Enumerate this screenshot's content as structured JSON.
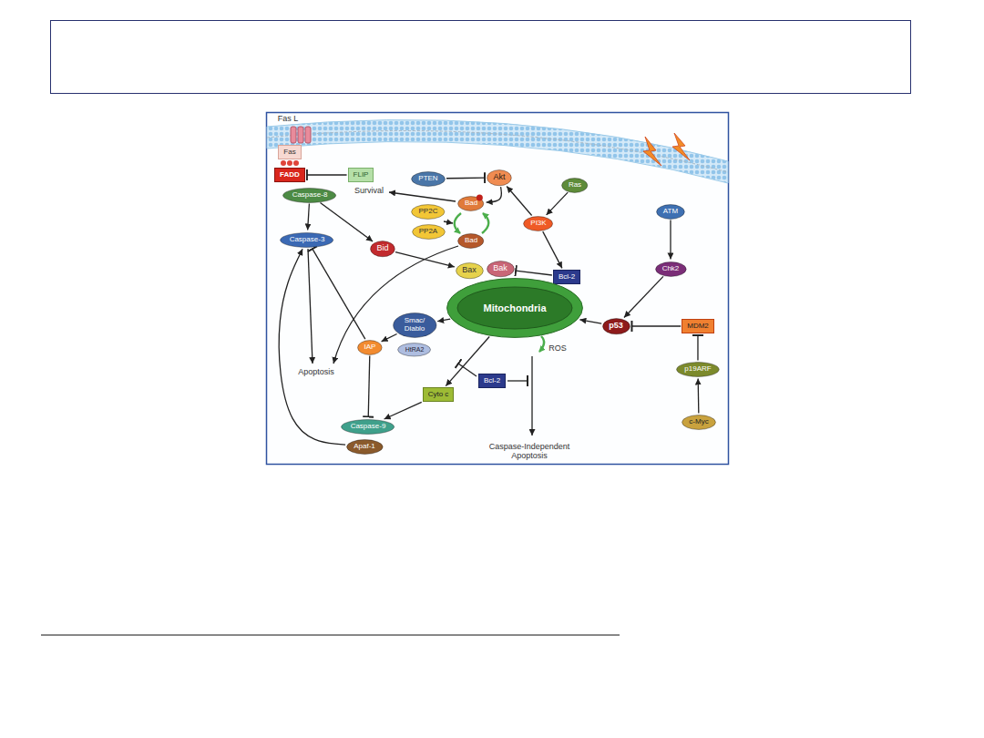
{
  "diagram": {
    "nodes": [
      {
        "text": [
          "Fas"
        ]
      },
      {
        "text": [
          "FADD"
        ]
      },
      {
        "text": [
          "FLIP"
        ]
      },
      {
        "text": [
          "Caspase-8"
        ]
      },
      {
        "text": [
          "PTEN"
        ]
      },
      {
        "text": [
          "Akt"
        ]
      },
      {
        "text": [
          "Bad"
        ]
      },
      {
        "text": [
          "PP2C"
        ]
      },
      {
        "text": [
          "PP2A"
        ]
      },
      {
        "text": [
          "Bad"
        ]
      },
      {
        "text": [
          "Ras"
        ]
      },
      {
        "text": [
          "PI3K"
        ]
      },
      {
        "text": [
          "ATM"
        ]
      },
      {
        "text": [
          "Caspase-3"
        ]
      },
      {
        "text": [
          "Bid"
        ]
      },
      {
        "text": [
          "Bax"
        ]
      },
      {
        "text": [
          "Bak"
        ]
      },
      {
        "text": [
          "Bcl-2"
        ]
      },
      {
        "text": [
          "Chk2"
        ]
      },
      {
        "text": [
          "Mitochondria"
        ]
      },
      {
        "text": [
          "p53"
        ]
      },
      {
        "text": [
          "MDM2"
        ]
      },
      {
        "text": [
          "Smac/ Diablo"
        ]
      },
      {
        "text": [
          "HtRA2"
        ]
      },
      {
        "text": [
          "IAP"
        ]
      },
      {
        "text": [
          "p19ARF"
        ]
      },
      {
        "text": [
          "Cyto c"
        ]
      },
      {
        "text": [
          "Bcl-2"
        ]
      },
      {
        "text": [
          "Caspase-9"
        ]
      },
      {
        "text": [
          "Apaf-1"
        ]
      },
      {
        "text": [
          "c-Myc"
        ]
      }
    ],
    "edges": [
      {
        "from": 4,
        "to": 5,
        "arrow": "to"
      },
      {
        "from": 5,
        "to": 6,
        "arrow": "to"
      },
      {
        "from": 10,
        "to": 11,
        "arrow": "to"
      },
      {
        "from": 11,
        "to": 5,
        "arrow": "to"
      },
      {
        "from": 11,
        "to": 17,
        "arrow": "to"
      },
      {
        "from": 17,
        "to": 16,
        "arrow": "to"
      },
      {
        "from": 2,
        "to": 1,
        "arrow": "to"
      },
      {
        "from": 3,
        "to": 13,
        "arrow": "to"
      },
      {
        "from": 3,
        "to": 14,
        "arrow": "to"
      },
      {
        "from": 14,
        "to": 15,
        "arrow": "to"
      },
      {
        "from": 24,
        "to": 13,
        "arrow": "to"
      },
      {
        "from": 19,
        "to": 22,
        "arrow": "to"
      },
      {
        "from": 22,
        "to": 24,
        "arrow": "to"
      },
      {
        "from": 24,
        "to": 28,
        "arrow": "to"
      },
      {
        "from": 19,
        "to": 26,
        "arrow": "to"
      },
      {
        "from": 26,
        "to": 28,
        "arrow": "to"
      },
      {
        "from": 29,
        "to": 13,
        "arrow": "to"
      },
      {
        "from": 12,
        "to": 18,
        "arrow": "to"
      },
      {
        "from": 18,
        "to": 20,
        "arrow": "to"
      },
      {
        "from": 20,
        "to": 19,
        "arrow": "to"
      },
      {
        "from": 21,
        "to": 20,
        "arrow": "to"
      },
      {
        "from": 25,
        "to": 21,
        "arrow": "to"
      },
      {
        "from": 30,
        "to": 25,
        "arrow": "to"
      }
    ],
    "labels": [
      "Fas L",
      "Survival",
      "Apoptosis",
      "ROS",
      "Caspase-Independent Apoptosis"
    ]
  }
}
